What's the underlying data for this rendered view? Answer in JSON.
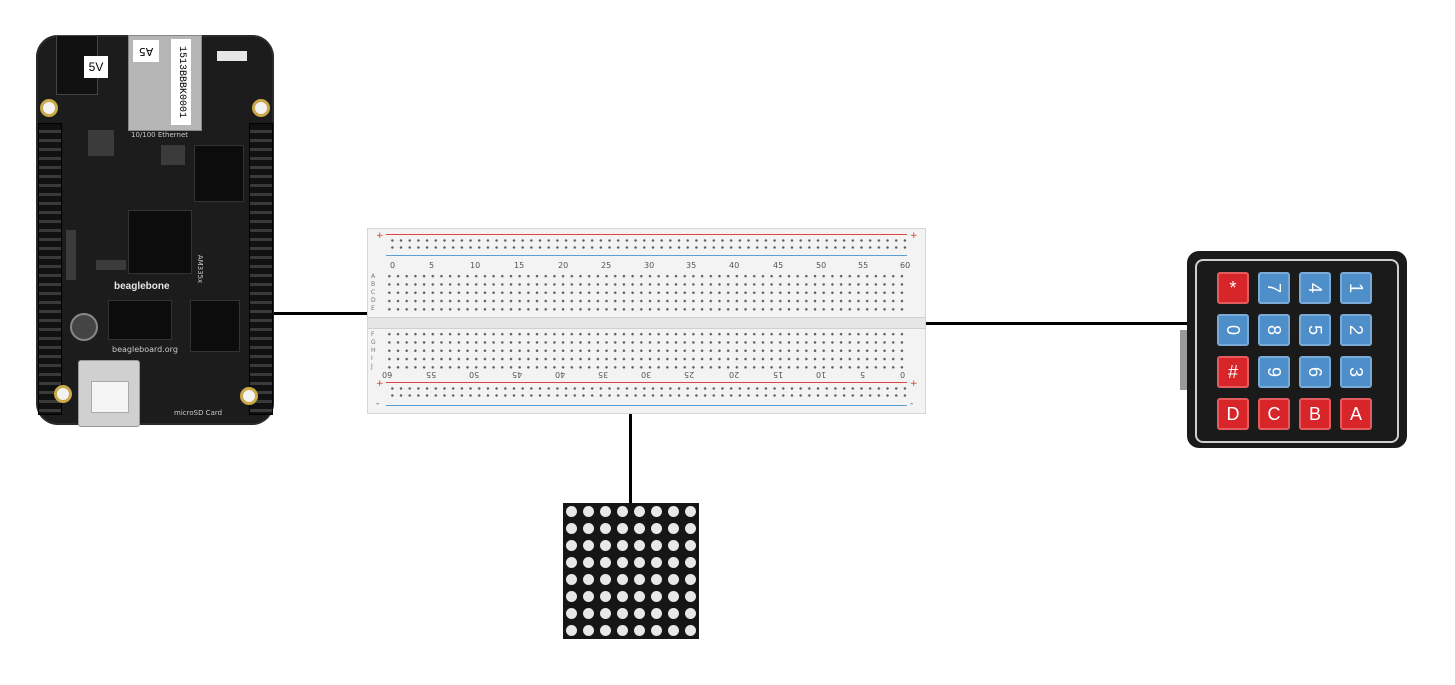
{
  "board": {
    "power_label": "5V",
    "serial_label": "1513BBBK0001",
    "ethernet_label": "10/100 Ethernet",
    "brand_label": "beaglebone",
    "site_label": "beagleboard.org",
    "sd_label": "microSD Card",
    "ethernet_tag": "A5",
    "soc_label": "AM335x"
  },
  "breadboard": {
    "top_numbers": [
      "0",
      "5",
      "10",
      "15",
      "20",
      "25",
      "30",
      "35",
      "40",
      "45",
      "50",
      "55",
      "60"
    ],
    "bottom_numbers": [
      "60",
      "55",
      "50",
      "45",
      "40",
      "35",
      "30",
      "25",
      "20",
      "15",
      "10",
      "5",
      "0"
    ],
    "row_letters_top": [
      "A",
      "B",
      "C",
      "D",
      "E"
    ],
    "row_letters_bottom": [
      "F",
      "G",
      "H",
      "I",
      "J"
    ],
    "plus": "+",
    "minus": "-"
  },
  "keypad": {
    "colors": {
      "red": "#d8252a",
      "blue": "#4e8ec9"
    },
    "rows": [
      [
        {
          "label": "*",
          "color": "red"
        },
        {
          "label": "7",
          "color": "blue"
        },
        {
          "label": "4",
          "color": "blue"
        },
        {
          "label": "1",
          "color": "blue"
        }
      ],
      [
        {
          "label": "0",
          "color": "blue"
        },
        {
          "label": "8",
          "color": "blue"
        },
        {
          "label": "5",
          "color": "blue"
        },
        {
          "label": "2",
          "color": "blue"
        }
      ],
      [
        {
          "label": "#",
          "color": "red"
        },
        {
          "label": "9",
          "color": "blue"
        },
        {
          "label": "6",
          "color": "blue"
        },
        {
          "label": "3",
          "color": "blue"
        }
      ],
      [
        {
          "label": "D",
          "color": "red"
        },
        {
          "label": "C",
          "color": "red"
        },
        {
          "label": "B",
          "color": "red"
        },
        {
          "label": "A",
          "color": "red"
        }
      ]
    ]
  },
  "matrix": {
    "rows": 8,
    "cols": 8,
    "led_color": "#e8e8e8"
  }
}
